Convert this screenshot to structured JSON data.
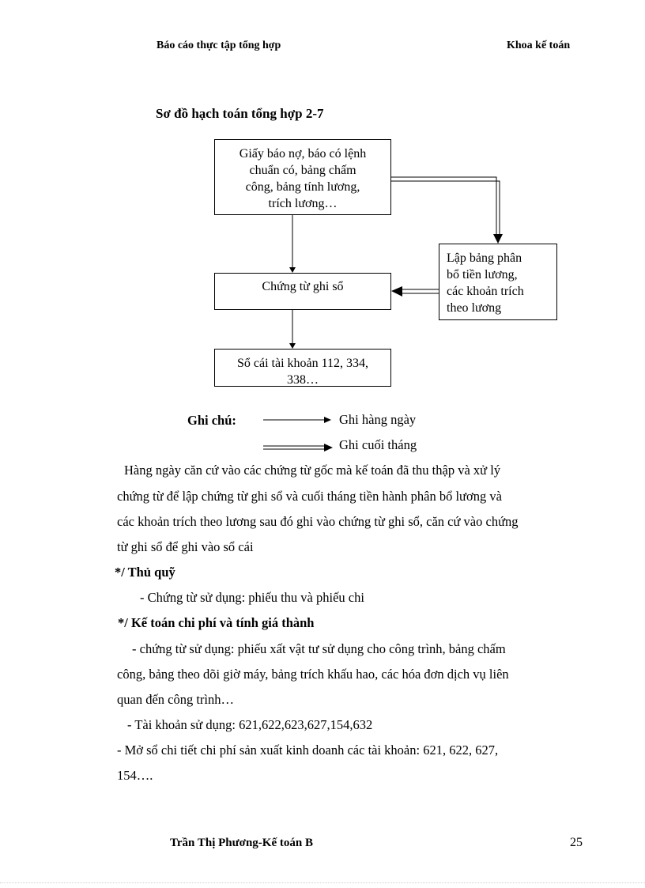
{
  "header": {
    "left": "Báo cáo thực tập tổng hợp",
    "right": "Khoa kế toán"
  },
  "diagram": {
    "title": "Sơ đồ hạch toán tổng hợp 2-7",
    "box_source": [
      "Giấy báo nợ, báo có lệnh",
      "chuẩn có, bảng chấm",
      "công, bảng tính lương,",
      "trích lương…"
    ],
    "box_allocation": [
      "Lập bảng phân",
      "bổ tiền lương,",
      "các khoản trích",
      "theo lương"
    ],
    "box_voucher": "Chứng từ ghi sổ",
    "box_ledger": [
      "Sổ cái tài khoản 112, 334,",
      "338…"
    ]
  },
  "legend": {
    "label": "Ghi chú:",
    "daily": "Ghi hàng ngày",
    "monthly": "Ghi cuối tháng"
  },
  "body": {
    "paragraph": [
      "Hàng ngày căn cứ vào các chứng từ gốc mà kế toán đã thu thập và xử lý",
      "chứng từ để lập chứng từ ghi sổ và cuối tháng tiền hành phân bổ lương và",
      "các khoản trích theo lương sau đó ghi vào chứng từ ghi sổ, căn cứ vào chứng",
      "từ ghi sổ để ghi vào sổ cái"
    ],
    "cashier_heading": "*/ Thủ quỹ",
    "cashier_line": "- Chứng từ sử dụng: phiếu thu và phiếu chi",
    "cost_heading": "*/ Kế toán chi phí và tính giá thành",
    "cost_lines": [
      "- chứng từ sử dụng: phiếu xất vật tư sử dụng cho công trình, bảng chấm",
      "công, bảng theo dõi giờ máy, bảng trích khấu hao, các hóa đơn dịch vụ liên",
      "quan đến công trình…",
      "- Tài khoản sử dụng: 621,622,623,627,154,632",
      "- Mở sổ chi tiết chi phí sản xuất kinh doanh các tài khoản: 621, 622, 627,",
      "154…."
    ]
  },
  "footer": {
    "author": "Trần  Thị Phương-Kế toán B",
    "page_number": "25"
  }
}
